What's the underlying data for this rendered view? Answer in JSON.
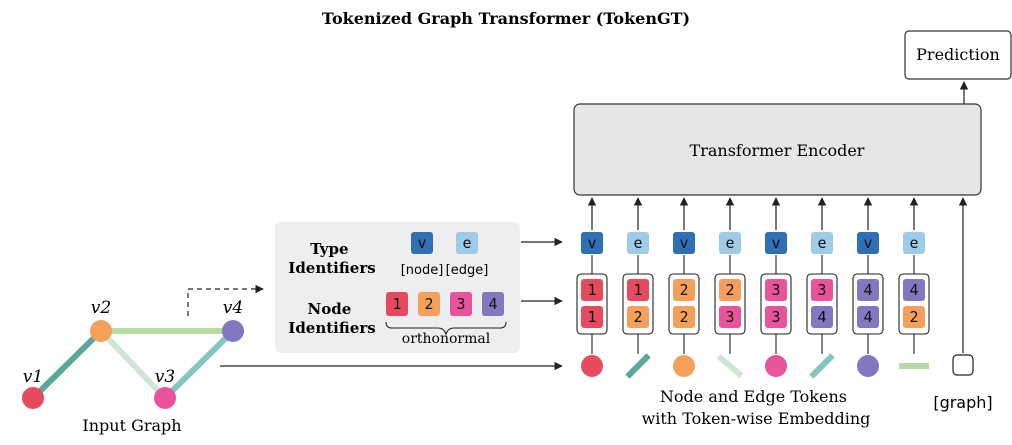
{
  "title": "Tokenized Graph Transformer (TokenGT)",
  "input_graph": {
    "caption": "Input Graph",
    "nodes": [
      {
        "label": "v1",
        "color": "#e64a5f"
      },
      {
        "label": "v2",
        "color": "#f5a05a"
      },
      {
        "label": "v3",
        "color": "#e8539b"
      },
      {
        "label": "v4",
        "color": "#8278c0"
      }
    ],
    "edge_colors": {
      "v1-v2": "#5aa89a",
      "v2-v4": "#b7dca3",
      "v2-v3": "#cfe6d5",
      "v3-v4": "#86c6c2"
    }
  },
  "identifiers_panel": {
    "type_heading": [
      "Type",
      "Identifiers"
    ],
    "node_heading": [
      "Node",
      "Identifiers"
    ],
    "type_tokens": [
      {
        "letter": "v",
        "caption": "[node]",
        "color": "#2f6fb5"
      },
      {
        "letter": "e",
        "caption": "[edge]",
        "color": "#9ecbe8"
      }
    ],
    "node_ids": [
      {
        "value": "1",
        "color": "#e64a5f"
      },
      {
        "value": "2",
        "color": "#f5a05a"
      },
      {
        "value": "3",
        "color": "#e8539b"
      },
      {
        "value": "4",
        "color": "#8278c0"
      }
    ],
    "brace_caption": "orthonormal"
  },
  "encoder": {
    "label": "Transformer Encoder"
  },
  "prediction": {
    "label": "Prediction"
  },
  "tokens": [
    {
      "type": "v",
      "ids": [
        "1",
        "1"
      ]
    },
    {
      "type": "e",
      "ids": [
        "1",
        "2"
      ]
    },
    {
      "type": "v",
      "ids": [
        "2",
        "2"
      ]
    },
    {
      "type": "e",
      "ids": [
        "2",
        "3"
      ]
    },
    {
      "type": "v",
      "ids": [
        "3",
        "3"
      ]
    },
    {
      "type": "e",
      "ids": [
        "3",
        "4"
      ]
    },
    {
      "type": "v",
      "ids": [
        "4",
        "4"
      ]
    },
    {
      "type": "e",
      "ids": [
        "4",
        "2"
      ]
    }
  ],
  "graph_token_label": "[graph]",
  "tokens_caption": [
    "Node and Edge Tokens",
    "with Token-wise Embedding"
  ]
}
